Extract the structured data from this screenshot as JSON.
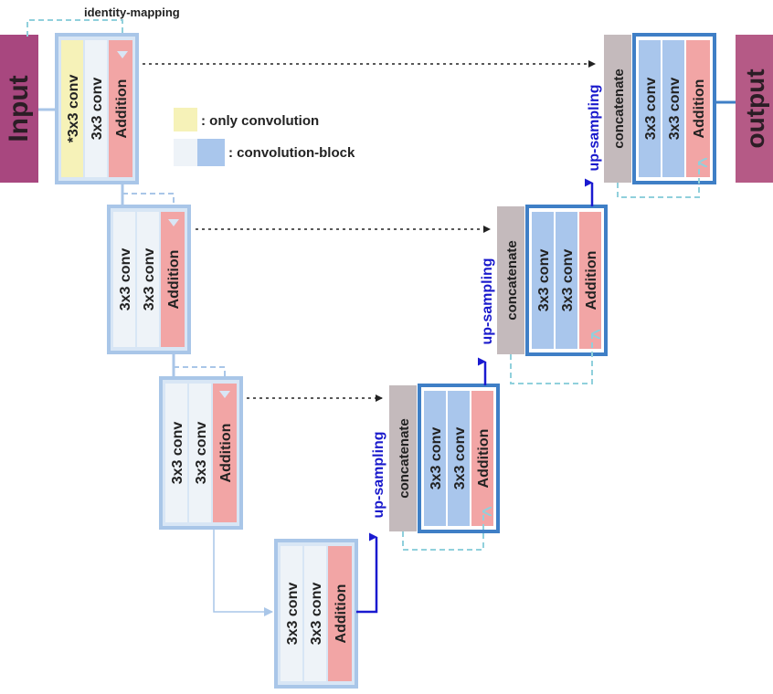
{
  "colors": {
    "input_bar": "#a8477f",
    "output_bar": "#b55a86",
    "encoder_frame": "#a9c6e8",
    "encoder_frame_fill": "#d8e6f5",
    "decoder_frame": "#3f7fc6",
    "conv_light": "#eef3f8",
    "conv_yellow": "#f6f2b8",
    "conv_blue": "#a9c6ec",
    "addition_fill": "#f2a5a5",
    "concat_fill": "#c4babc",
    "skip_arrow": "#222222",
    "identity_line": "#90d0dc",
    "upsample_arrow": "#1a1ad0",
    "upsample_text": "#1a1acc",
    "down_line": "#a9c6e8"
  },
  "labels": {
    "input": "Input",
    "output": "output",
    "identity_mapping": "identity-mapping",
    "conv_star": "*3x3 conv",
    "conv": "3x3 conv",
    "addition": "Addition",
    "concatenate": "concatenate",
    "up_sampling": "up-sampling"
  },
  "legend": {
    "only_convolution": ": only convolution",
    "convolution_block": ": convolution-block"
  }
}
